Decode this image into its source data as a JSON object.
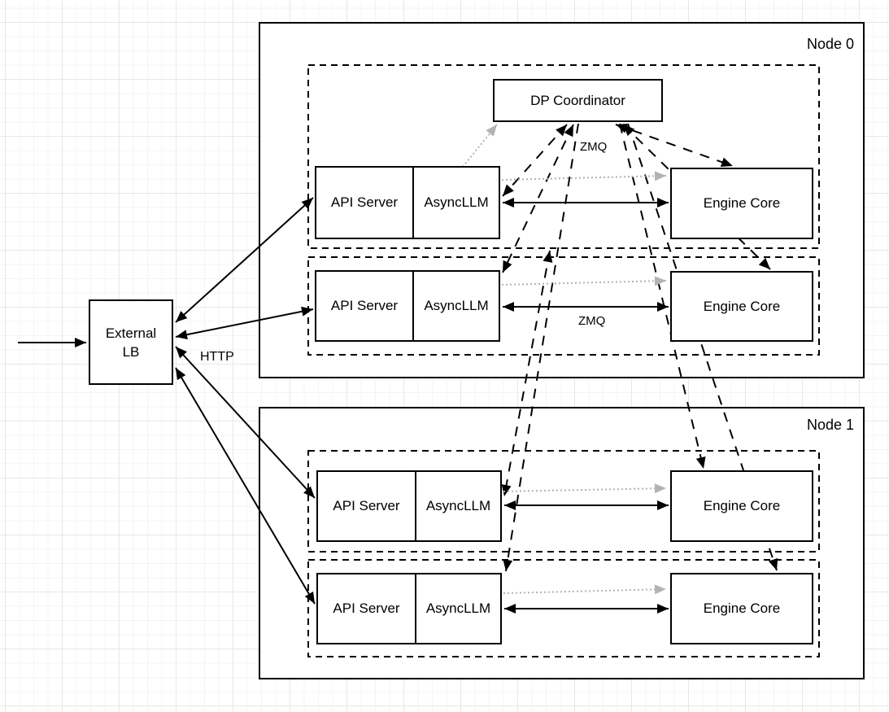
{
  "colors": {
    "line": "#000000",
    "gray_arrow": "#b3b3b3",
    "box_bg": "#ffffff",
    "grid_minor": "#f4f4f4",
    "grid_major": "#e7e7e7"
  },
  "external_lb": {
    "line1": "External",
    "line2": "LB"
  },
  "dp_coordinator": {
    "label": "DP Coordinator"
  },
  "labels": {
    "http": "HTTP",
    "zmq_frontend": "ZMQ",
    "zmq_engine": "ZMQ"
  },
  "nodes": [
    {
      "label": "Node 0",
      "rows": [
        {
          "api": "API Server",
          "async": "AsyncLLM",
          "engine": "Engine Core"
        },
        {
          "api": "API Server",
          "async": "AsyncLLM",
          "engine": "Engine Core"
        }
      ]
    },
    {
      "label": "Node 1",
      "rows": [
        {
          "api": "API Server",
          "async": "AsyncLLM",
          "engine": "Engine Core"
        },
        {
          "api": "API Server",
          "async": "AsyncLLM",
          "engine": "Engine Core"
        }
      ]
    }
  ]
}
